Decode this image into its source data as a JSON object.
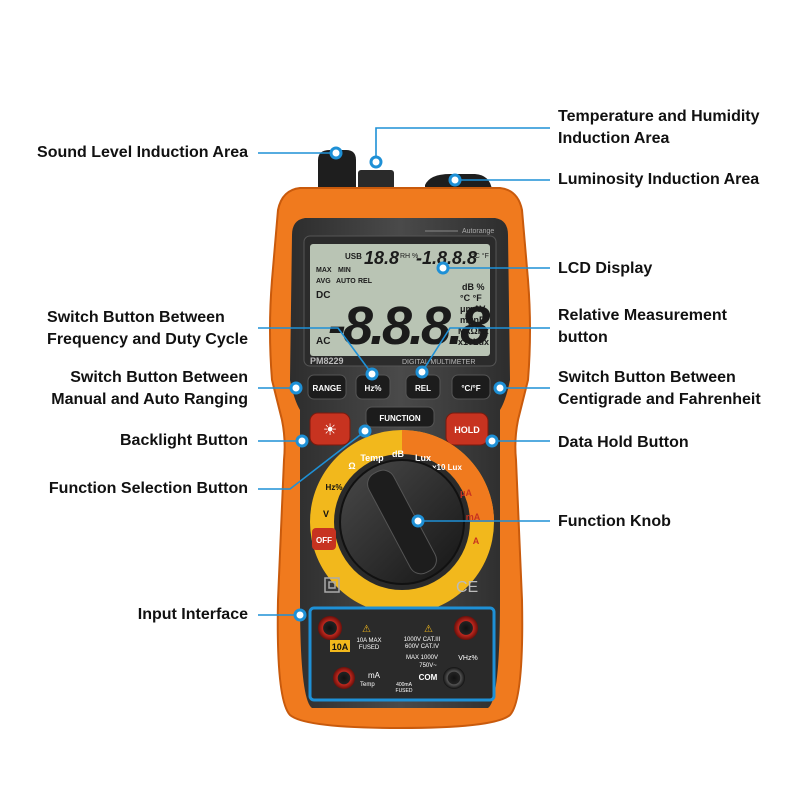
{
  "callouts": {
    "sound_level": "Sound Level Induction Area",
    "temp_humidity": [
      "Temperature and Humidity",
      "Induction Area"
    ],
    "luminosity": "Luminosity Induction Area",
    "lcd_display": "LCD Display",
    "freq_duty": [
      "Switch Button Between",
      "Frequency and Duty Cycle"
    ],
    "relative": [
      "Relative Measurement",
      "button"
    ],
    "manual_auto": [
      "Switch Button Between",
      "Manual and Auto Ranging"
    ],
    "centigrade": [
      "Switch Button Between",
      "Centigrade and Fahrenheit"
    ],
    "backlight": "Backlight Button",
    "data_hold": "Data Hold Button",
    "function_select": "Function Selection Button",
    "function_knob": "Function Knob",
    "input_interface": "Input Interface"
  },
  "device": {
    "model": "PM8229",
    "subtitle": "DIGITAL MULTIMETER",
    "autorange": "Autorange",
    "buttons": {
      "range": "RANGE",
      "hz": "Hz%",
      "rel": "REL",
      "cf": "°C/°F",
      "function": "FUNCTION",
      "hold": "HOLD"
    },
    "dial": [
      "Temp",
      "dB",
      "Lux",
      "x10 Lux",
      "μA",
      "mA",
      "A",
      "OFF",
      "V",
      "Hz%",
      "Ω"
    ],
    "lcd": {
      "main": "-8.8.8.8",
      "rh": "18.8",
      "rh_unit": "RH %",
      "temp": "-1.8.8.8",
      "temp_unit": "°C °F",
      "top_icons": "USB",
      "flags": [
        "MAX",
        "MIN",
        "AVG",
        "AUTO",
        "REL"
      ],
      "dc": "DC",
      "ac": "AC",
      "units": [
        "dB %",
        "°C °F",
        "μmAV",
        "mμnF",
        "MkΩHz",
        "x10Lux"
      ]
    },
    "input": {
      "ten_a": "10A",
      "ten_a_note": [
        "10A MAX",
        "FUSED"
      ],
      "cat": [
        "1000V CAT.III",
        "600V CAT.IV"
      ],
      "max": "MAX 1000V",
      "max_ac": "750V~",
      "vhz": "VHz%",
      "ma_temp": [
        "mA",
        "Temp"
      ],
      "ma_note": [
        "400mA",
        "FUSED"
      ],
      "com": "COM"
    },
    "ce": "CE"
  },
  "colors": {
    "orange": "#f07a1e",
    "orange_dark": "#c95a0c",
    "body": "#3a3a3a",
    "lcd": "#b9c4b4",
    "callout_line": "#1e90d6",
    "yellow": "#f2b81c",
    "red_button": "#c73320"
  }
}
